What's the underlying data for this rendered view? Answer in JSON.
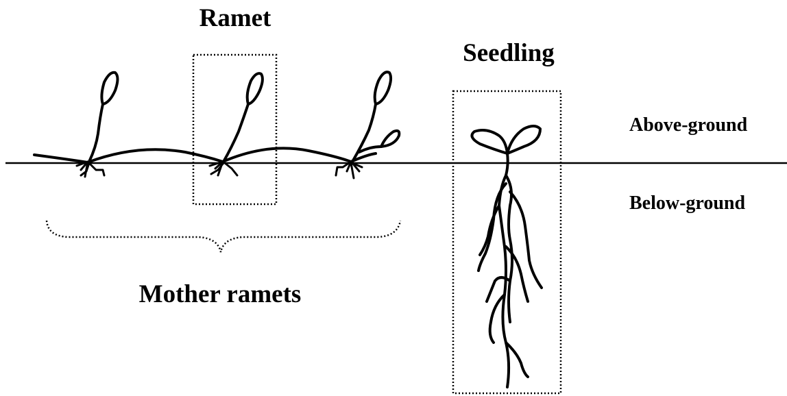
{
  "labels": {
    "ramet": "Ramet",
    "seedling": "Seedling",
    "above_ground": "Above-ground",
    "below_ground": "Below-ground",
    "mother_ramets": "Mother ramets"
  }
}
